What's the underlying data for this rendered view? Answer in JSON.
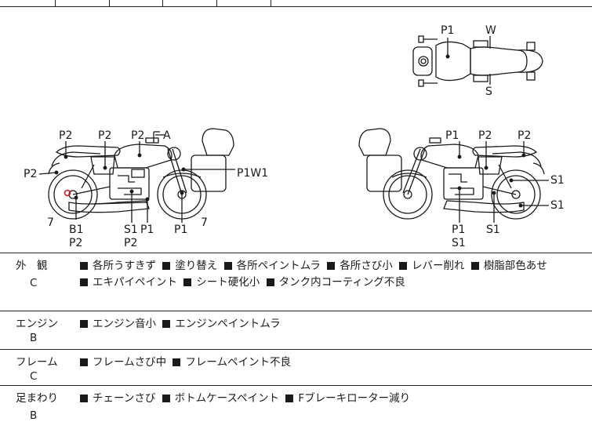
{
  "diagram": {
    "top_view": {
      "labels": [
        "P1",
        "W",
        "S"
      ]
    },
    "left_view": {
      "labels": [
        "P2",
        "P2",
        "P2",
        "A",
        "P2",
        "P1W1",
        "7",
        "B1",
        "P2",
        "S1",
        "P2",
        "P1",
        "P1",
        "7"
      ]
    },
    "right_view": {
      "labels": [
        "P1",
        "P2",
        "P2",
        "S1",
        "S1",
        "P1",
        "S1",
        "S1"
      ]
    }
  },
  "conditions": [
    {
      "category": "外　観",
      "grade": "C",
      "items": [
        "各所うすきず",
        "塗り替え",
        "各所ペイントムラ",
        "各所さび小",
        "レバー削れ",
        "樹脂部色あせ",
        "エキパイペイント",
        "シート硬化小",
        "タンク内コーティング不良"
      ]
    },
    {
      "category": "エンジン",
      "grade": "B",
      "items": [
        "エンジン音小",
        "エンジンペイントムラ"
      ]
    },
    {
      "category": "フレーム",
      "grade": "C",
      "items": [
        "フレームさび中",
        "フレームペイント不良"
      ]
    },
    {
      "category": "足まわり",
      "grade": "B",
      "items": [
        "チェーンさび",
        "ボトムケースペイント",
        "Fブレーキローター減り"
      ]
    }
  ],
  "colors": {
    "line": "#1a1a1a",
    "mark_red": "#d21e1e"
  }
}
